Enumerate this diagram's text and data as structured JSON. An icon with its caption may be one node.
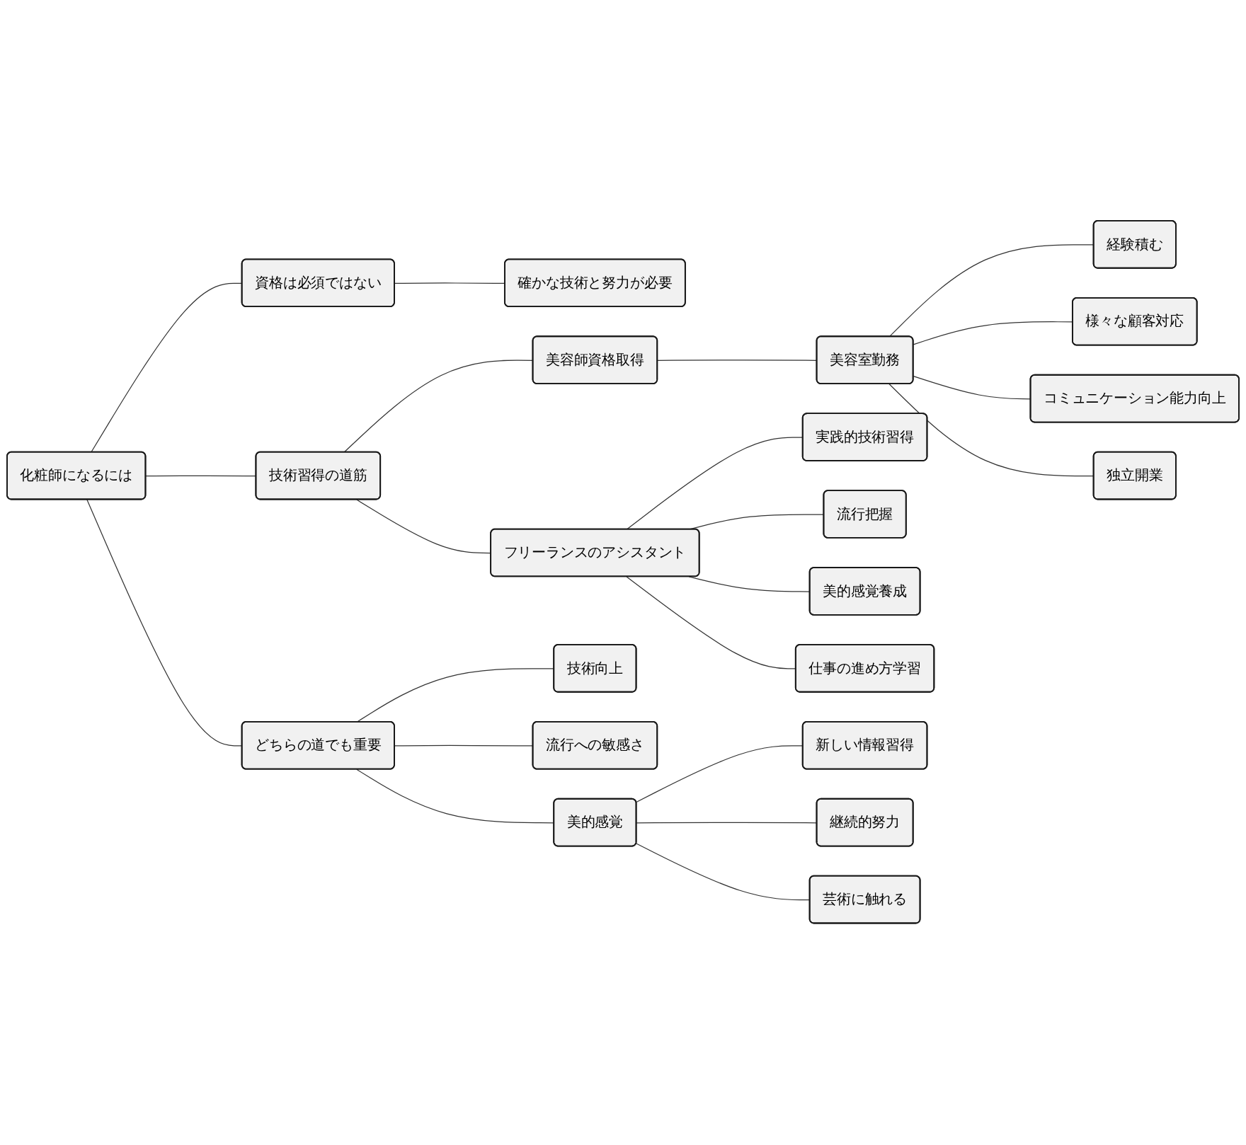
{
  "diagram": {
    "nodes": [
      {
        "text": [
          "化粧師になるには"
        ]
      },
      {
        "text": [
          "資格は必須ではない"
        ]
      },
      {
        "text": [
          "確かな技術と努力が必要"
        ]
      },
      {
        "text": [
          "技術習得の道筋"
        ]
      },
      {
        "text": [
          "美容師資格取得"
        ]
      },
      {
        "text": [
          "美容室勤務"
        ]
      },
      {
        "text": [
          "経験積む"
        ]
      },
      {
        "text": [
          "様々な顧客対応"
        ]
      },
      {
        "text": [
          "コミュニケーション能力向上"
        ]
      },
      {
        "text": [
          "独立開業"
        ]
      },
      {
        "text": [
          "フリーランスのアシスタント"
        ]
      },
      {
        "text": [
          "実践的技術習得"
        ]
      },
      {
        "text": [
          "流行把握"
        ]
      },
      {
        "text": [
          "美的感覚養成"
        ]
      },
      {
        "text": [
          "仕事の進め方学習"
        ]
      },
      {
        "text": [
          "どちらの道でも重要"
        ]
      },
      {
        "text": [
          "技術向上"
        ]
      },
      {
        "text": [
          "流行への敏感さ"
        ]
      },
      {
        "text": [
          "美的感覚"
        ]
      },
      {
        "text": [
          "新しい情報習得"
        ]
      },
      {
        "text": [
          "継続的努力"
        ]
      },
      {
        "text": [
          "芸術に触れる"
        ]
      }
    ],
    "edges": [
      {
        "from": 0,
        "to": 1,
        "arrow": "none"
      },
      {
        "from": 1,
        "to": 2,
        "arrow": "none"
      },
      {
        "from": 0,
        "to": 3,
        "arrow": "none"
      },
      {
        "from": 3,
        "to": 4,
        "arrow": "none"
      },
      {
        "from": 4,
        "to": 5,
        "arrow": "none"
      },
      {
        "from": 5,
        "to": 6,
        "arrow": "none"
      },
      {
        "from": 5,
        "to": 7,
        "arrow": "none"
      },
      {
        "from": 5,
        "to": 8,
        "arrow": "none"
      },
      {
        "from": 5,
        "to": 9,
        "arrow": "none"
      },
      {
        "from": 3,
        "to": 10,
        "arrow": "none"
      },
      {
        "from": 10,
        "to": 11,
        "arrow": "none"
      },
      {
        "from": 10,
        "to": 12,
        "arrow": "none"
      },
      {
        "from": 10,
        "to": 13,
        "arrow": "none"
      },
      {
        "from": 10,
        "to": 14,
        "arrow": "none"
      },
      {
        "from": 0,
        "to": 15,
        "arrow": "none"
      },
      {
        "from": 15,
        "to": 16,
        "arrow": "none"
      },
      {
        "from": 15,
        "to": 17,
        "arrow": "none"
      },
      {
        "from": 15,
        "to": 18,
        "arrow": "none"
      },
      {
        "from": 18,
        "to": 19,
        "arrow": "none"
      },
      {
        "from": 18,
        "to": 20,
        "arrow": "none"
      },
      {
        "from": 18,
        "to": 21,
        "arrow": "none"
      }
    ]
  }
}
